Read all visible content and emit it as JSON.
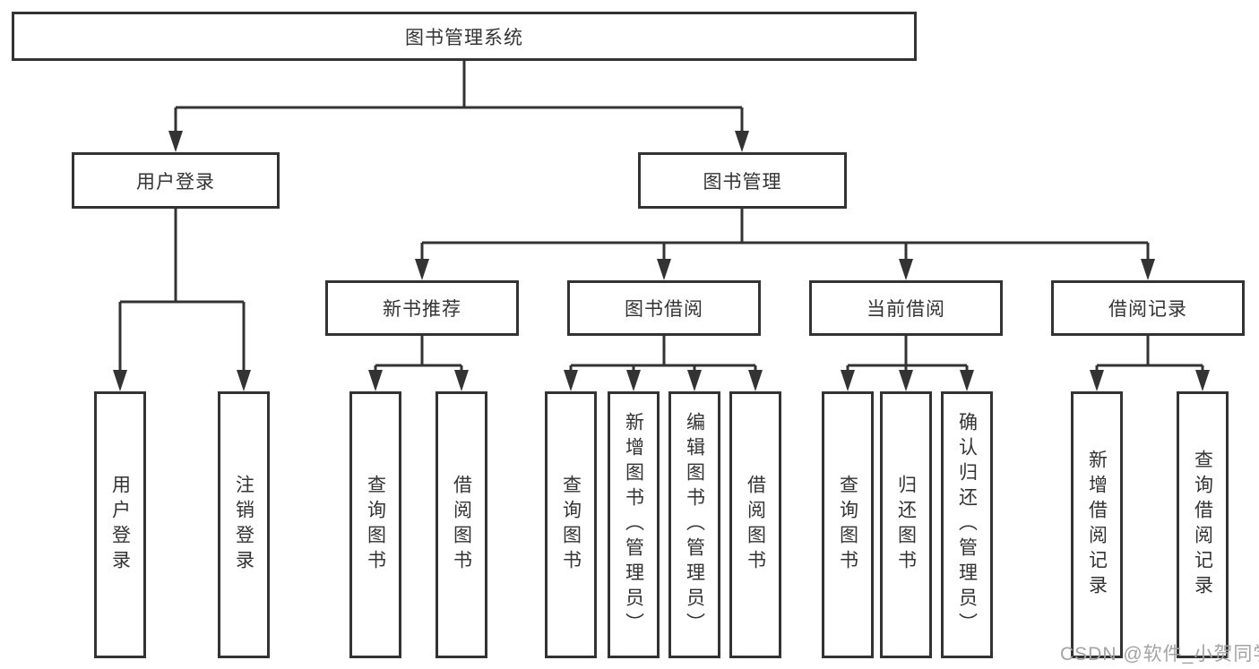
{
  "diagram": {
    "root": {
      "label": "图书管理系统"
    },
    "level2": [
      {
        "label": "用户登录"
      },
      {
        "label": "图书管理"
      }
    ],
    "level3": [
      {
        "label": "新书推荐",
        "parent": "图书管理"
      },
      {
        "label": "图书借阅",
        "parent": "图书管理"
      },
      {
        "label": "当前借阅",
        "parent": "图书管理"
      },
      {
        "label": "借阅记录",
        "parent": "图书管理"
      }
    ],
    "leaves": [
      {
        "label": "用户登录",
        "parent": "用户登录"
      },
      {
        "label": "注销登录",
        "parent": "用户登录"
      },
      {
        "label": "查询图书",
        "parent": "新书推荐"
      },
      {
        "label": "借阅图书",
        "parent": "新书推荐"
      },
      {
        "label": "查询图书",
        "parent": "图书借阅"
      },
      {
        "label": "新增图书（管理员）",
        "parent": "图书借阅"
      },
      {
        "label": "编辑图书（管理员）",
        "parent": "图书借阅"
      },
      {
        "label": "借阅图书",
        "parent": "图书借阅"
      },
      {
        "label": "查询图书",
        "parent": "当前借阅"
      },
      {
        "label": "归还图书",
        "parent": "当前借阅"
      },
      {
        "label": "确认归还（管理员）",
        "parent": "当前借阅"
      },
      {
        "label": "新增借阅记录",
        "parent": "借阅记录"
      },
      {
        "label": "查询借阅记录",
        "parent": "借阅记录"
      }
    ]
  },
  "watermark": {
    "text": "CSDN @软件_小贺同学"
  },
  "colors": {
    "line": "#333333",
    "text": "#333333",
    "watermark": "#a3a3a3",
    "background": "#ffffff"
  }
}
